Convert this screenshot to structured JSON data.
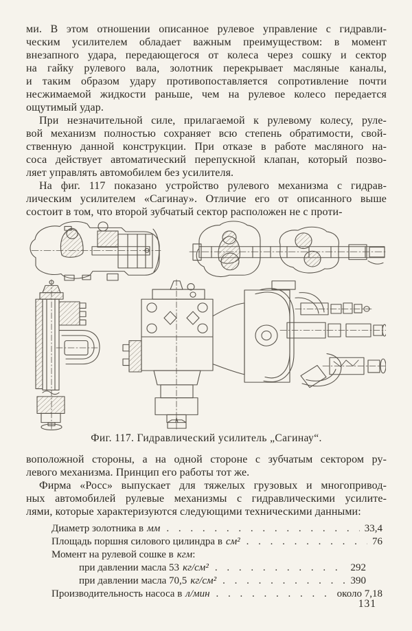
{
  "page": {
    "paragraphs_before_figure": [
      {
        "lines": [
          "ми. В этом отношении описанное рулевое управление с гидравли-",
          "ческим усилителем обладает  важным преимуществом:  в момент",
          "внезапного удара, передающегося от колеса через сошку и сектор",
          "на гайку рулевого вала, золотник перекрывает масляные каналы,",
          "и таким образом удару противопоставляется сопротивление почти",
          "несжимаемой жидкости раньше, чем на рулевое колесо передается",
          "ощутимый удар."
        ]
      },
      {
        "lines": [
          "При незначительной силе, прилагаемой к рулевому колесу, руле-",
          "вой механизм полностью сохраняет всю степень обратимости, свой-",
          "ственную данной конструкции. При отказе в работе масляного на-",
          "соса действует автоматический перепускной клапан, который позво-",
          "ляет управлять автомобилем без усилителя."
        ]
      },
      {
        "lines": [
          "На фиг. 117 показано устройство рулевого механизма с гидрав-",
          "лическим усилителем «Сагинау». Отличие его от описанного выше",
          "состоит в том, что второй зубчатый сектор расположен не с проти-"
        ]
      }
    ],
    "figure": {
      "caption": "Фиг. 117. Гидравлический усилитель „Сагинау“."
    },
    "paragraphs_after_figure": [
      {
        "lines": [
          "воположной стороны, а на одной стороне с зубчатым сектором ру-",
          "левого механизма. Принцип его работы тот же."
        ]
      },
      {
        "lines": [
          "Фирма «Росс» выпускает для тяжелых грузовых и многопривод-",
          "ных автомобилей рулевые механизмы с гидравлическими усилите-",
          "лями,  которые характеризуются следующими техническими данными:"
        ]
      }
    ],
    "specs": {
      "rows": [
        {
          "label": "Диаметр золотника в",
          "unit": "мм",
          "suffix": "",
          "value": "33,4"
        },
        {
          "label": "Площадь поршня силового цилиндра в",
          "unit": "см²",
          "suffix": "",
          "value": "76"
        },
        {
          "label": "Момент на рулевой сошке в",
          "unit": "кгм",
          "suffix": ":",
          "value": ""
        },
        {
          "label": "при давлении масла 53",
          "unit": "кг/см²",
          "suffix": "",
          "value": "292"
        },
        {
          "label": "при давлении масла 70,5",
          "unit": "кг/см²",
          "suffix": "",
          "value": "390"
        },
        {
          "label": "Производительность насоса в",
          "unit": "л/мин",
          "suffix": "",
          "value": "около 7,18"
        }
      ]
    },
    "page_number": "131"
  }
}
